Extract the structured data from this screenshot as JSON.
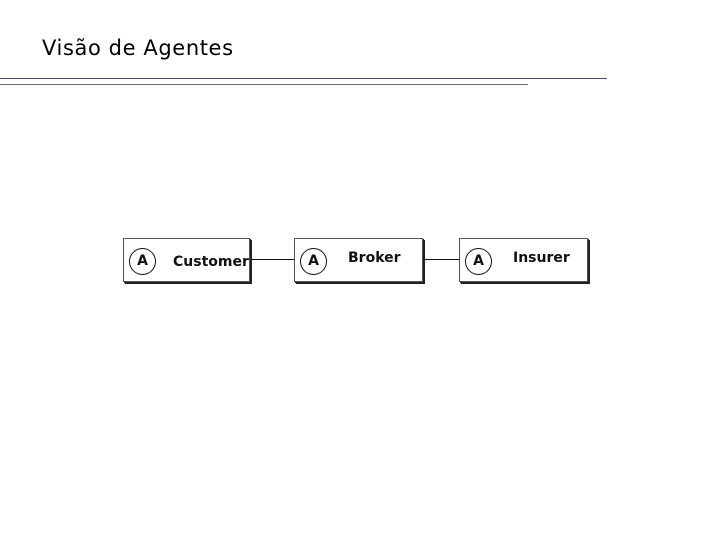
{
  "title": "Visão de Agentes",
  "diagram": {
    "agents": [
      {
        "badge": "A",
        "label": "Customer"
      },
      {
        "badge": "A",
        "label": "Broker"
      },
      {
        "badge": "A",
        "label": "Insurer"
      }
    ]
  }
}
